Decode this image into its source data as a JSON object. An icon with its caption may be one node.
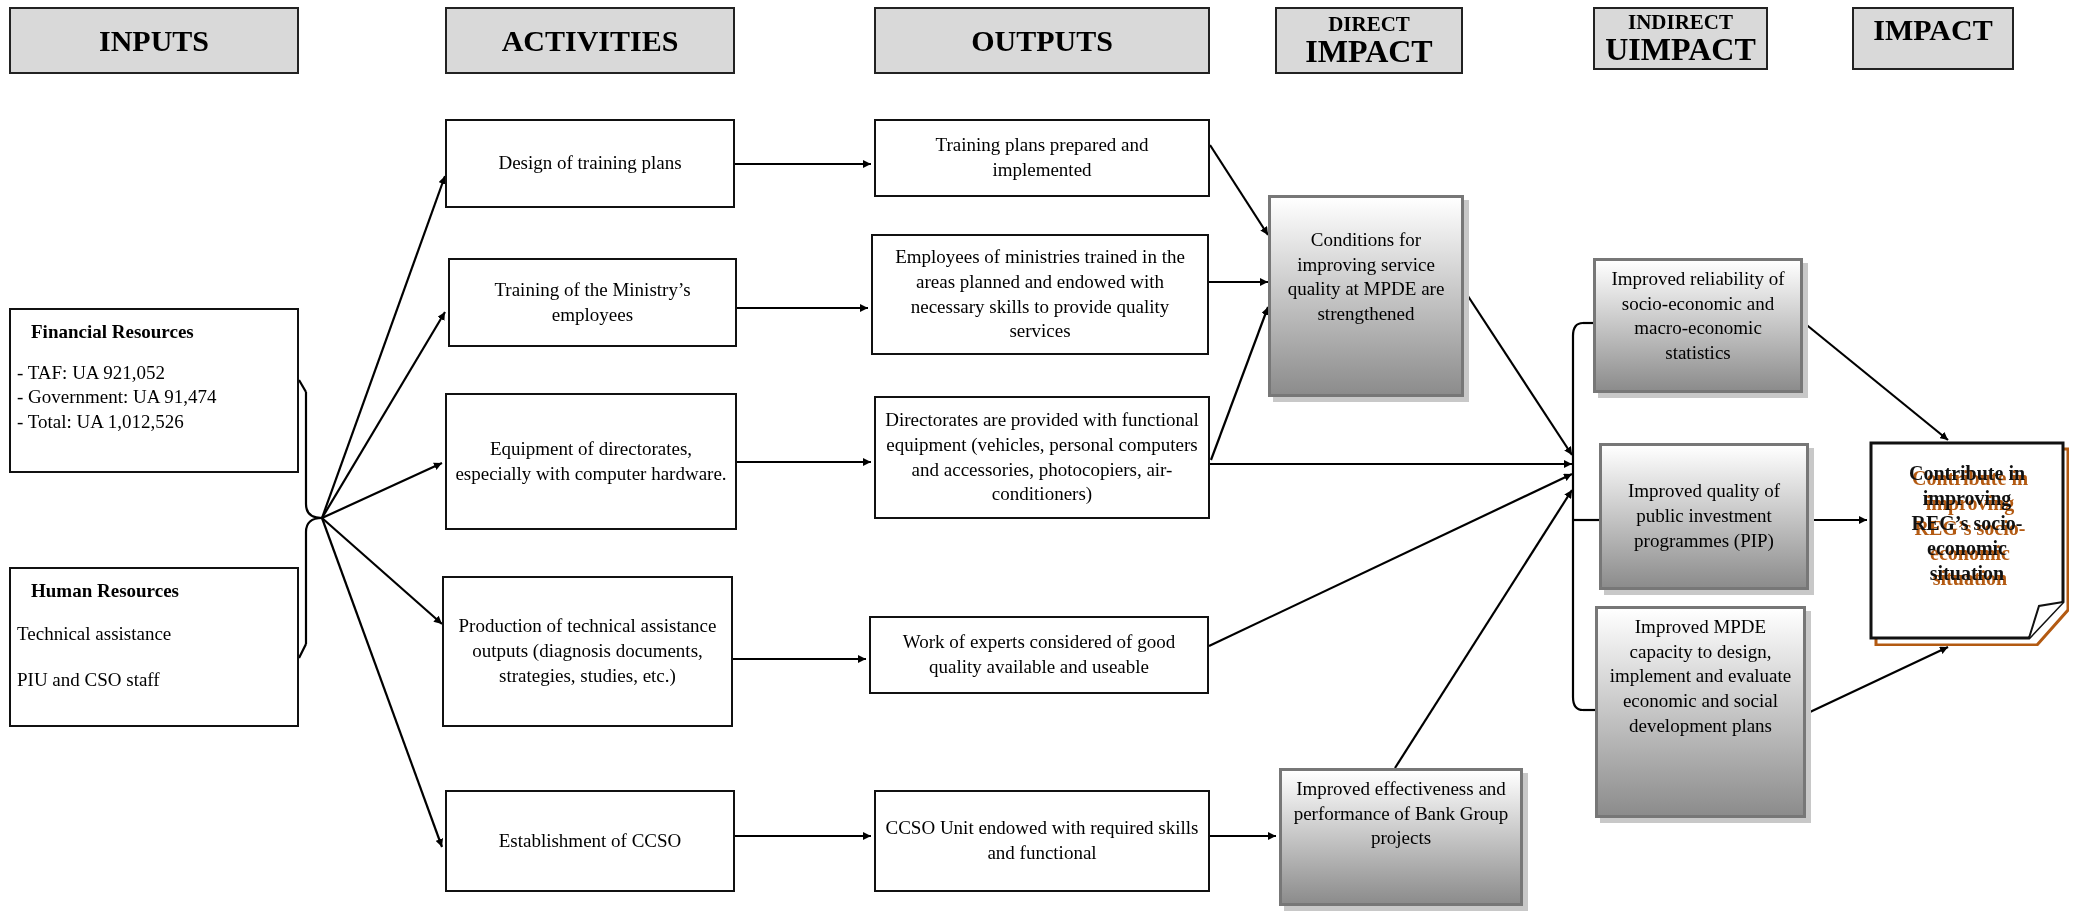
{
  "diagram": {
    "nodes": [
      {
        "text": [
          "INPUTS"
        ]
      },
      {
        "text": [
          "ACTIVITIES"
        ]
      },
      {
        "text": [
          "OUTPUTS"
        ]
      },
      {
        "text": [
          "DIRECT",
          "IMPACT"
        ]
      },
      {
        "text": [
          "INDIRECT",
          "UIMPACT"
        ]
      },
      {
        "text": [
          "IMPACT"
        ]
      },
      {
        "text": [
          "Financial Resources",
          "- TAF: UA 921,052",
          "- Government: UA 91,474",
          "- Total: UA 1,012,526"
        ]
      },
      {
        "text": [
          "Human Resources",
          "Technical assistance",
          "PIU and CSO staff"
        ]
      },
      {
        "text": [
          "Design of training plans"
        ]
      },
      {
        "text": [
          "Training of the Ministry’s employees"
        ]
      },
      {
        "text": [
          "Equipment of directorates, especially with computer hardware."
        ]
      },
      {
        "text": [
          "Production of technical assistance outputs (diagnosis documents, strategies, studies, etc.)"
        ]
      },
      {
        "text": [
          "Establishment of CCSO"
        ]
      },
      {
        "text": [
          "Training plans prepared and implemented"
        ]
      },
      {
        "text": [
          "Employees of ministries trained in the areas planned and endowed with necessary skills to provide quality services"
        ]
      },
      {
        "text": [
          "Directorates are provided with functional equipment (vehicles, personal computers and accessories, photocopiers, air-conditioners)"
        ]
      },
      {
        "text": [
          "Work of experts considered of good quality available and useable"
        ]
      },
      {
        "text": [
          "CCSO Unit endowed with required skills and functional"
        ]
      },
      {
        "text": [
          "Conditions for improving service quality at MPDE are strengthened"
        ]
      },
      {
        "text": [
          "Improved effectiveness and performance of Bank Group projects"
        ]
      },
      {
        "text": [
          "Improved reliability of socio-economic and macro-economic statistics"
        ]
      },
      {
        "text": [
          "Improved quality of public investment programmes (PIP)"
        ]
      },
      {
        "text": [
          "Improved MPDE capacity to design, implement and evaluate economic and social development plans"
        ]
      },
      {
        "text": [
          "Contribute in improving REG’s socio-economic situation"
        ]
      },
      {
        "text": [],
        "shape": "bracket"
      },
      {
        "text": [],
        "shape": "bracket"
      }
    ],
    "edges": [
      {
        "from": 6,
        "to": 24,
        "arrow": "none"
      },
      {
        "from": 7,
        "to": 24,
        "arrow": "none"
      },
      {
        "from": 24,
        "to": 8,
        "arrow": "to"
      },
      {
        "from": 24,
        "to": 9,
        "arrow": "to"
      },
      {
        "from": 24,
        "to": 10,
        "arrow": "to"
      },
      {
        "from": 24,
        "to": 11,
        "arrow": "to"
      },
      {
        "from": 24,
        "to": 12,
        "arrow": "to"
      },
      {
        "from": 8,
        "to": 13,
        "arrow": "to"
      },
      {
        "from": 9,
        "to": 14,
        "arrow": "to"
      },
      {
        "from": 10,
        "to": 15,
        "arrow": "to"
      },
      {
        "from": 11,
        "to": 16,
        "arrow": "to"
      },
      {
        "from": 12,
        "to": 17,
        "arrow": "to"
      },
      {
        "from": 13,
        "to": 18,
        "arrow": "to"
      },
      {
        "from": 14,
        "to": 18,
        "arrow": "to"
      },
      {
        "from": 15,
        "to": 18,
        "arrow": "to"
      },
      {
        "from": 18,
        "to": 25,
        "arrow": "to"
      },
      {
        "from": 15,
        "to": 25,
        "arrow": "to"
      },
      {
        "from": 16,
        "to": 25,
        "arrow": "to"
      },
      {
        "from": 19,
        "to": 25,
        "arrow": "to"
      },
      {
        "from": 25,
        "to": 20,
        "arrow": "none"
      },
      {
        "from": 25,
        "to": 21,
        "arrow": "none"
      },
      {
        "from": 25,
        "to": 22,
        "arrow": "none"
      },
      {
        "from": 17,
        "to": 19,
        "arrow": "to"
      },
      {
        "from": 20,
        "to": 23,
        "arrow": "to"
      },
      {
        "from": 21,
        "to": 23,
        "arrow": "to"
      },
      {
        "from": 22,
        "to": 23,
        "arrow": "to"
      }
    ]
  }
}
